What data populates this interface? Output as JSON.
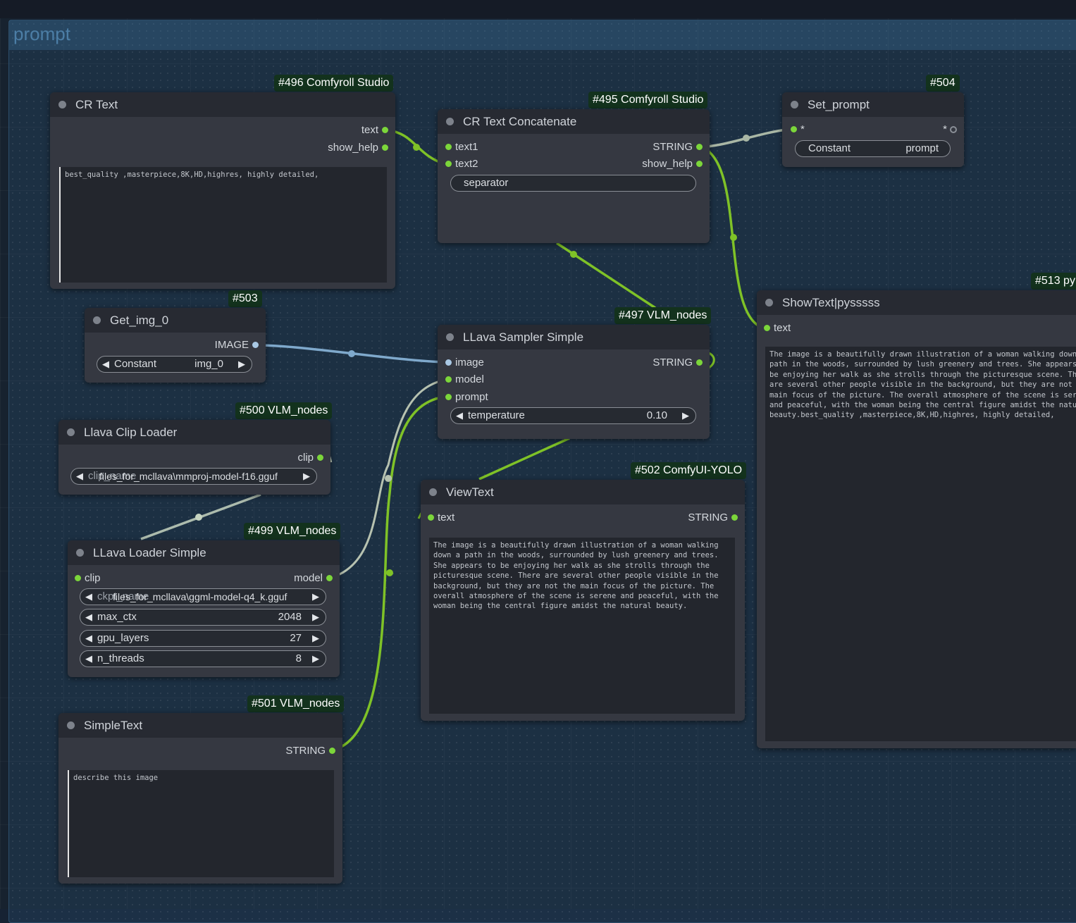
{
  "group": {
    "title": "prompt"
  },
  "nodes": {
    "cr_text": {
      "badge": "#496 Comfyroll Studio",
      "title": "CR Text",
      "outputs": [
        "text",
        "show_help"
      ],
      "text": "best_quality ,masterpiece,8K,HD,highres, highly detailed,"
    },
    "cr_concat": {
      "badge": "#495 Comfyroll Studio",
      "title": "CR Text Concatenate",
      "inputs": [
        "text1",
        "text2"
      ],
      "outputs": [
        "STRING",
        "show_help"
      ],
      "separator_label": "separator"
    },
    "set_prompt": {
      "badge": "#504",
      "title": "Set_prompt",
      "input": "*",
      "output": "*",
      "widget_label": "Constant",
      "widget_value": "prompt"
    },
    "get_img": {
      "badge": "#503",
      "title": "Get_img_0",
      "output": "IMAGE",
      "widget_label": "Constant",
      "widget_value": "img_0"
    },
    "clip_loader": {
      "badge": "#500 VLM_nodes",
      "title": "Llava Clip Loader",
      "output": "clip",
      "widget_label": "clip_name",
      "widget_value": "files_for_mcllava\\mmproj-model-f16.gguf"
    },
    "llava_loader": {
      "badge": "#499 VLM_nodes",
      "title": "LLava Loader Simple",
      "input": "clip",
      "output": "model",
      "widgets": [
        {
          "label": "ckpt_name",
          "value": "files_for_mcllava\\ggml-model-q4_k.gguf"
        },
        {
          "label": "max_ctx",
          "value": "2048"
        },
        {
          "label": "gpu_layers",
          "value": "27"
        },
        {
          "label": "n_threads",
          "value": "8"
        }
      ]
    },
    "simple_text": {
      "badge": "#501 VLM_nodes",
      "title": "SimpleText",
      "output": "STRING",
      "text": "describe this image"
    },
    "sampler": {
      "badge": "#497 VLM_nodes",
      "title": "LLava Sampler Simple",
      "inputs": [
        "image",
        "model",
        "prompt"
      ],
      "output": "STRING",
      "widget_label": "temperature",
      "widget_value": "0.10"
    },
    "view_text": {
      "badge": "#502 ComfyUI-YOLO",
      "title": "ViewText",
      "input": "text",
      "output": "STRING",
      "text": "The image is a beautifully drawn illustration of a woman walking down a path in the woods, surrounded by lush greenery and trees. She appears to be enjoying her walk as she strolls through the picturesque scene. There are several other people visible in the background, but they are not the main focus of the picture. The overall atmosphere of the scene is serene and peaceful, with the woman being the central figure amidst the natural beauty."
    },
    "show_text": {
      "badge": "#513 py",
      "title": "ShowText|pysssss",
      "input": "text",
      "text": "The image is a beautifully drawn illustration of a woman walking down a path in the woods, surrounded by lush greenery and trees. She appears to be enjoying her walk as she strolls through the picturesque scene. There are several other people visible in the background, but they are not the main focus of the picture. The overall atmosphere of the scene is serene and peaceful, with the woman being the central figure amidst the natural beauty.best_quality ,masterpiece,8K,HD,highres, highly detailed,"
    }
  },
  "colors": {
    "string_wire": "#7fc227",
    "image_wire": "#7fa9cc",
    "clip_wire": "#c6d4c0",
    "badge_bg": "#13321d"
  }
}
